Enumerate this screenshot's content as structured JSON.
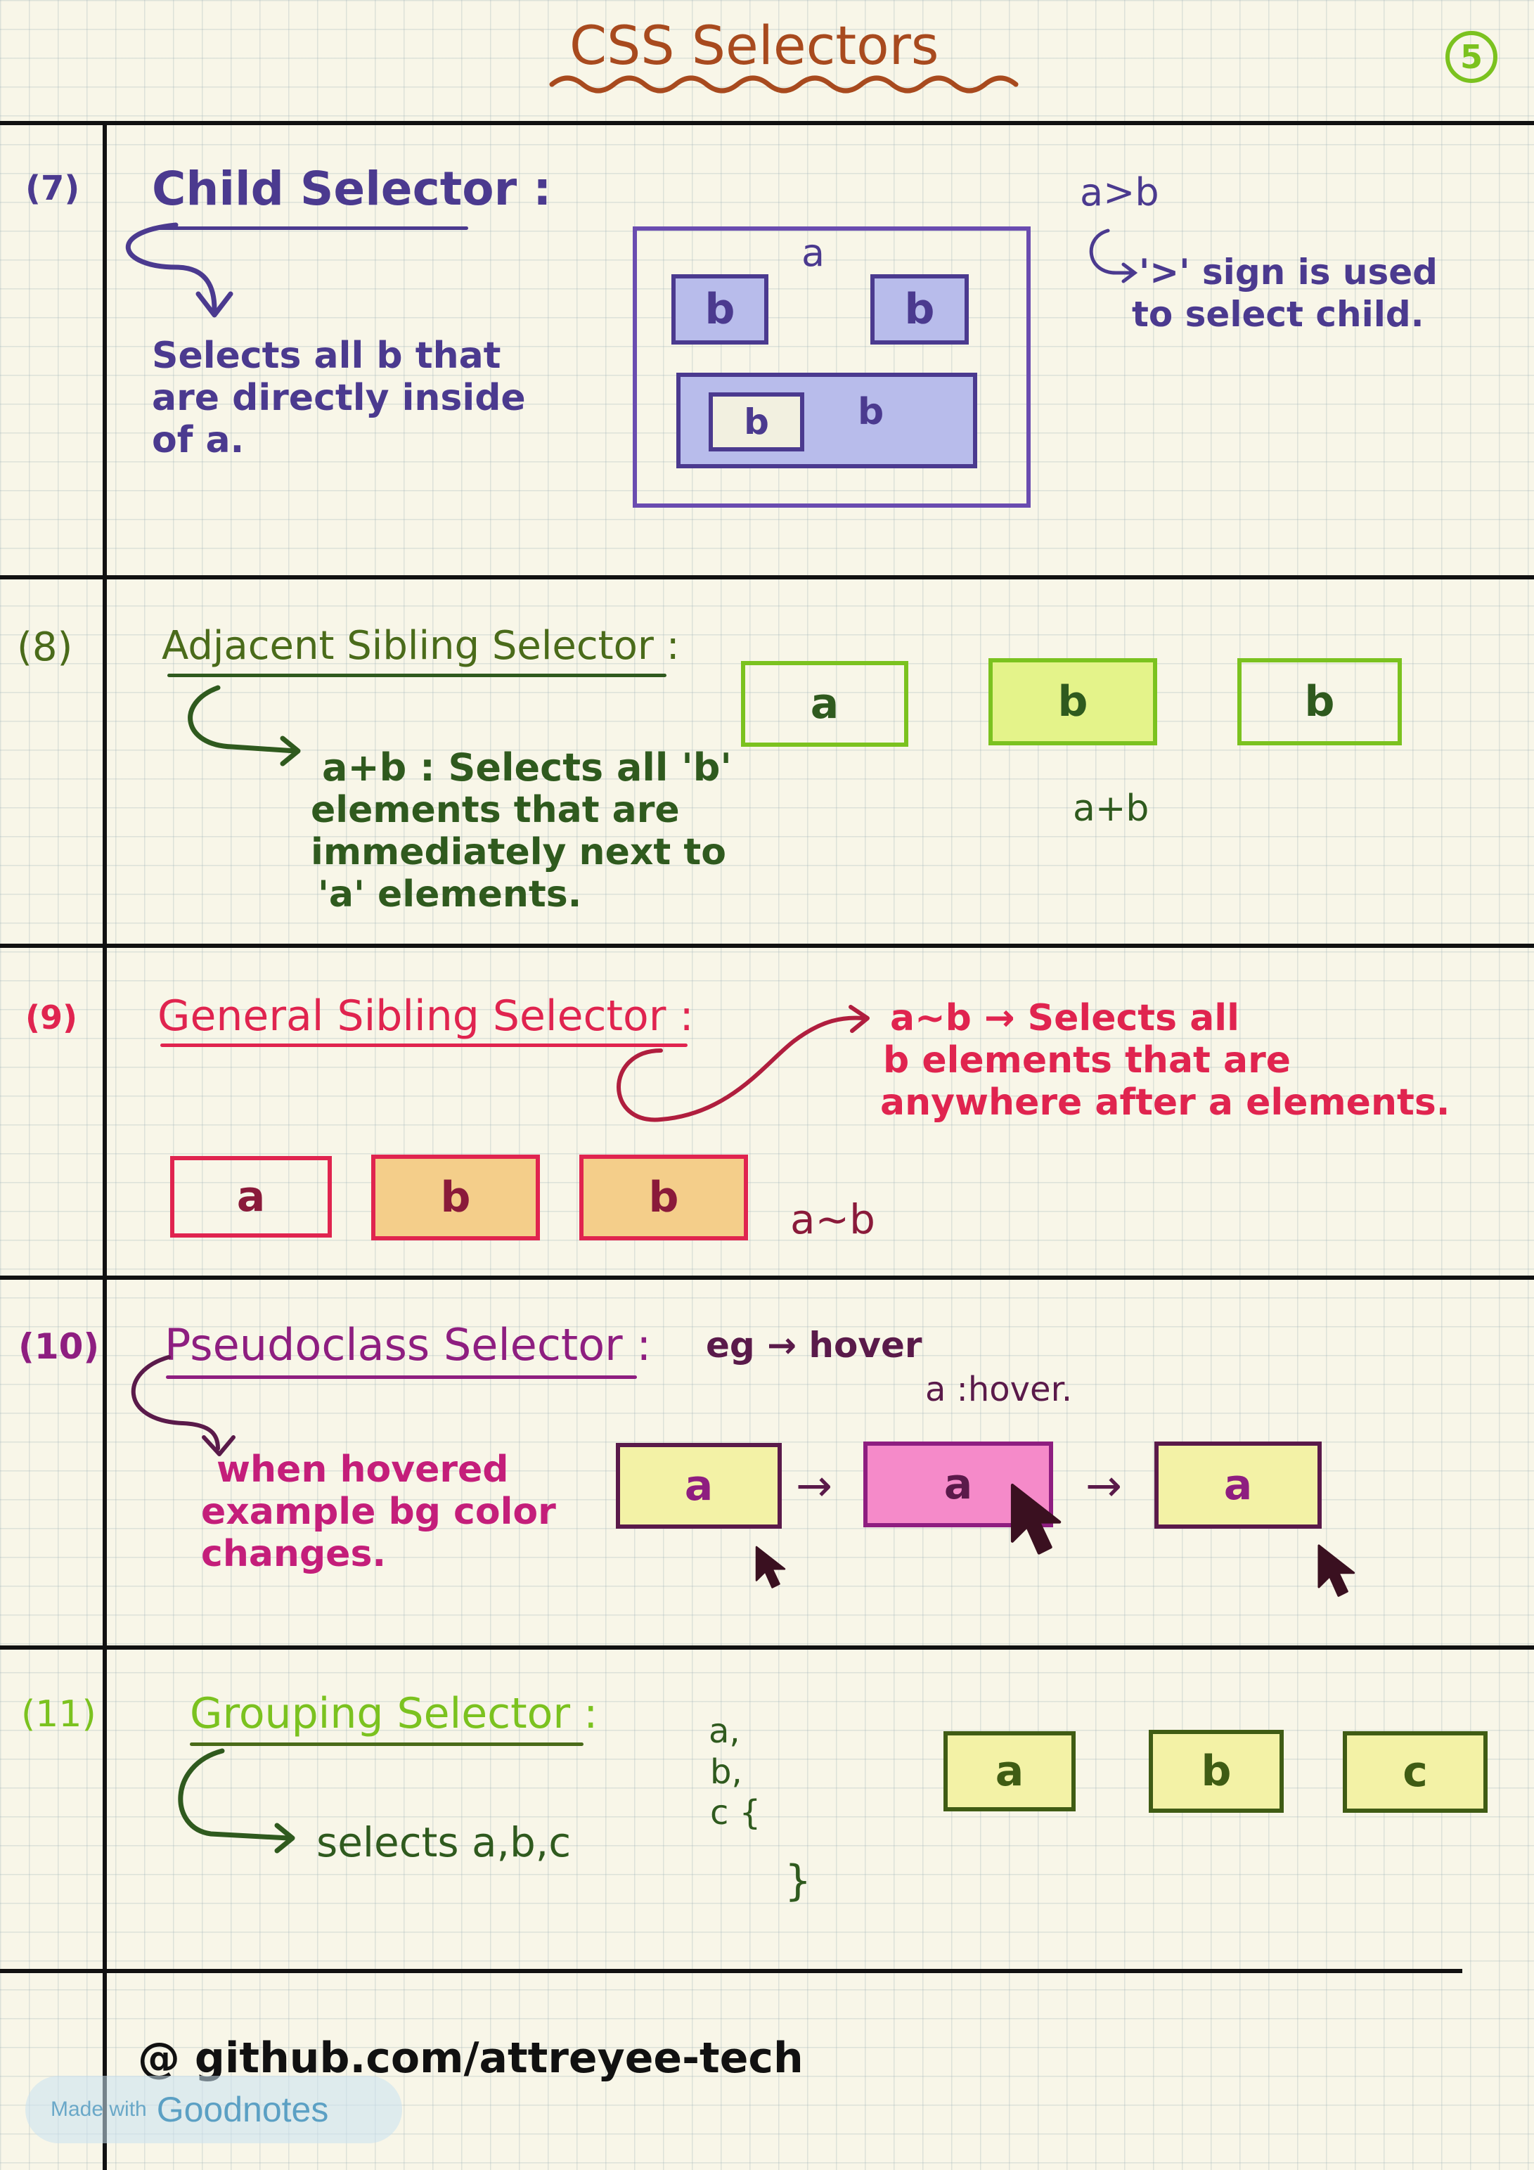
{
  "page": {
    "title": "CSS Selectors",
    "page_number": "5",
    "footer": "@ github.com/attreyee-tech",
    "badge_made_with": "Made with",
    "badge_brand": "Goodnotes"
  },
  "sections": {
    "child": {
      "number": "(7)",
      "title": "Child Selector :",
      "desc": [
        "Selects all b that",
        "are directly inside",
        "of a."
      ],
      "diagram_outer": "a",
      "diagram_boxes": [
        "b",
        "b",
        "b",
        "b"
      ],
      "syntax": "a>b",
      "note": [
        "'>' sign is used",
        "to select child."
      ]
    },
    "adjacent": {
      "number": "(8)",
      "title": "Adjacent Sibling Selector :",
      "desc": [
        "a+b : Selects all 'b'",
        "elements that are",
        "immediately next to",
        "'a' elements."
      ],
      "boxes": [
        "a",
        "b",
        "b"
      ],
      "syntax": "a+b"
    },
    "general": {
      "number": "(9)",
      "title": "General Sibling Selector :",
      "desc": [
        "a~b → Selects all",
        "b elements that are",
        "anywhere after a elements."
      ],
      "boxes": [
        "a",
        "b",
        "b"
      ],
      "syntax": "a~b"
    },
    "pseudo": {
      "number": "(10)",
      "title": "Pseudoclass Selector :",
      "eg": "eg → hover",
      "syntax": "a :hover.",
      "desc": [
        "when hovered",
        "example bg color",
        "changes."
      ],
      "boxes": [
        "a",
        "a",
        "a"
      ],
      "arrows": [
        "→",
        "→"
      ]
    },
    "grouping": {
      "number": "(11)",
      "title": "Grouping Selector :",
      "desc": "selects a,b,c",
      "code": [
        "a,",
        "b,",
        "c {",
        "}"
      ],
      "boxes": [
        "a",
        "b",
        "c"
      ]
    }
  },
  "colors": {
    "child": "#4b3a8f",
    "adjacent": "#2f5a1e",
    "general": "#e0244f",
    "pseudo": "#8e1e80",
    "grouping": "#4a6b1a",
    "title": "#a84a1e"
  }
}
